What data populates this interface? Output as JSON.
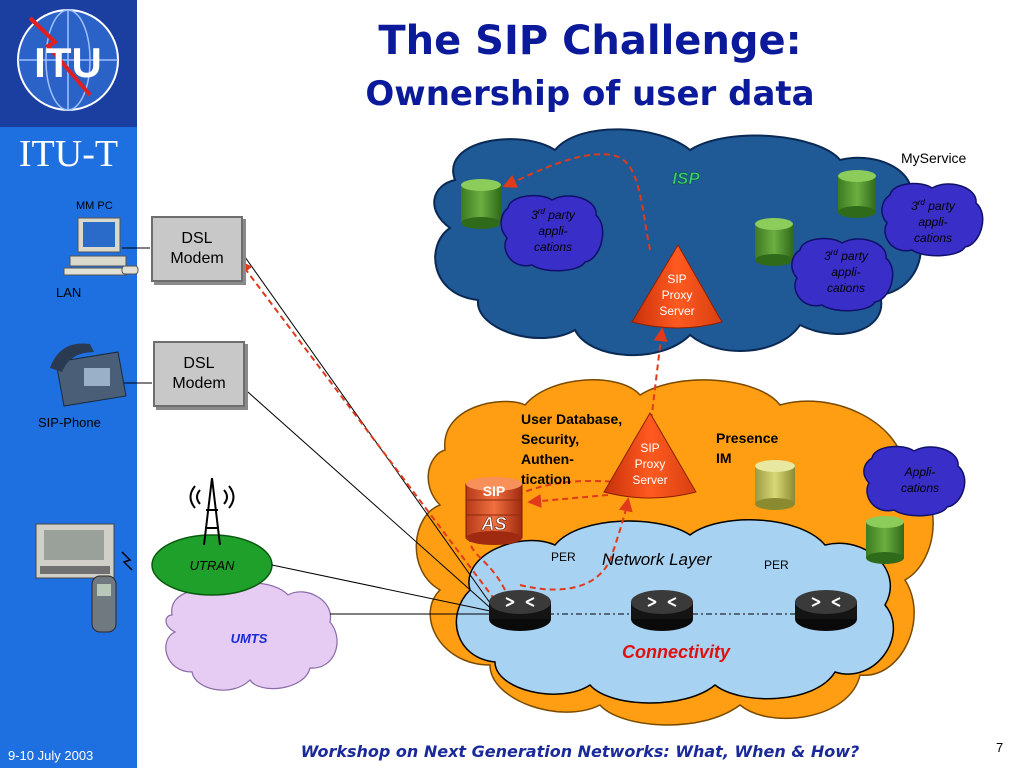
{
  "slide": {
    "title_line1": "The SIP Challenge:",
    "title_line2": "Ownership of user data",
    "brand": "ITU-T",
    "logo_text": "ITU",
    "footer": "Workshop on Next Generation Networks: What, When & How?",
    "date": "9-10 July 2003",
    "page_number": "7"
  },
  "devices": {
    "mm_pc": "MM PC",
    "lan": "LAN",
    "sip_phone": "SIP-Phone",
    "modem_line1": "DSL",
    "modem_line2": "Modem"
  },
  "isp": {
    "label": "ISP",
    "myservice": "MyService",
    "party_sup": "rd",
    "party_rest": " party",
    "party_num": "3",
    "party_l2": "appli-",
    "party_l3": "cations",
    "proxy_l1": "SIP",
    "proxy_l2": "Proxy",
    "proxy_l3": "Server"
  },
  "provider": {
    "userdb_l1": "User Database,",
    "userdb_l2": "Security,",
    "userdb_l3": "Authen-",
    "userdb_l4": "tication",
    "presence_l1": "Presence",
    "presence_l2": "IM",
    "apps_l1": "Appli-",
    "apps_l2": "cations",
    "sip_as_top": "SIP",
    "sip_as_bottom": "AS"
  },
  "network": {
    "label": "Network Layer",
    "per_left": "PER",
    "per_right": "PER",
    "connectivity": "Connectivity"
  },
  "access": {
    "utran": "UTRAN",
    "umts": "UMTS"
  },
  "colors": {
    "sidebar": "#1e6fe0",
    "isp_cloud": "#1f5a96",
    "provider_cloud": "#ff9e12",
    "network_cloud": "#a8d2f2",
    "umts_cloud": "#e6ccf2",
    "title": "#0a1a9a",
    "red_path": "#e03a1a"
  }
}
